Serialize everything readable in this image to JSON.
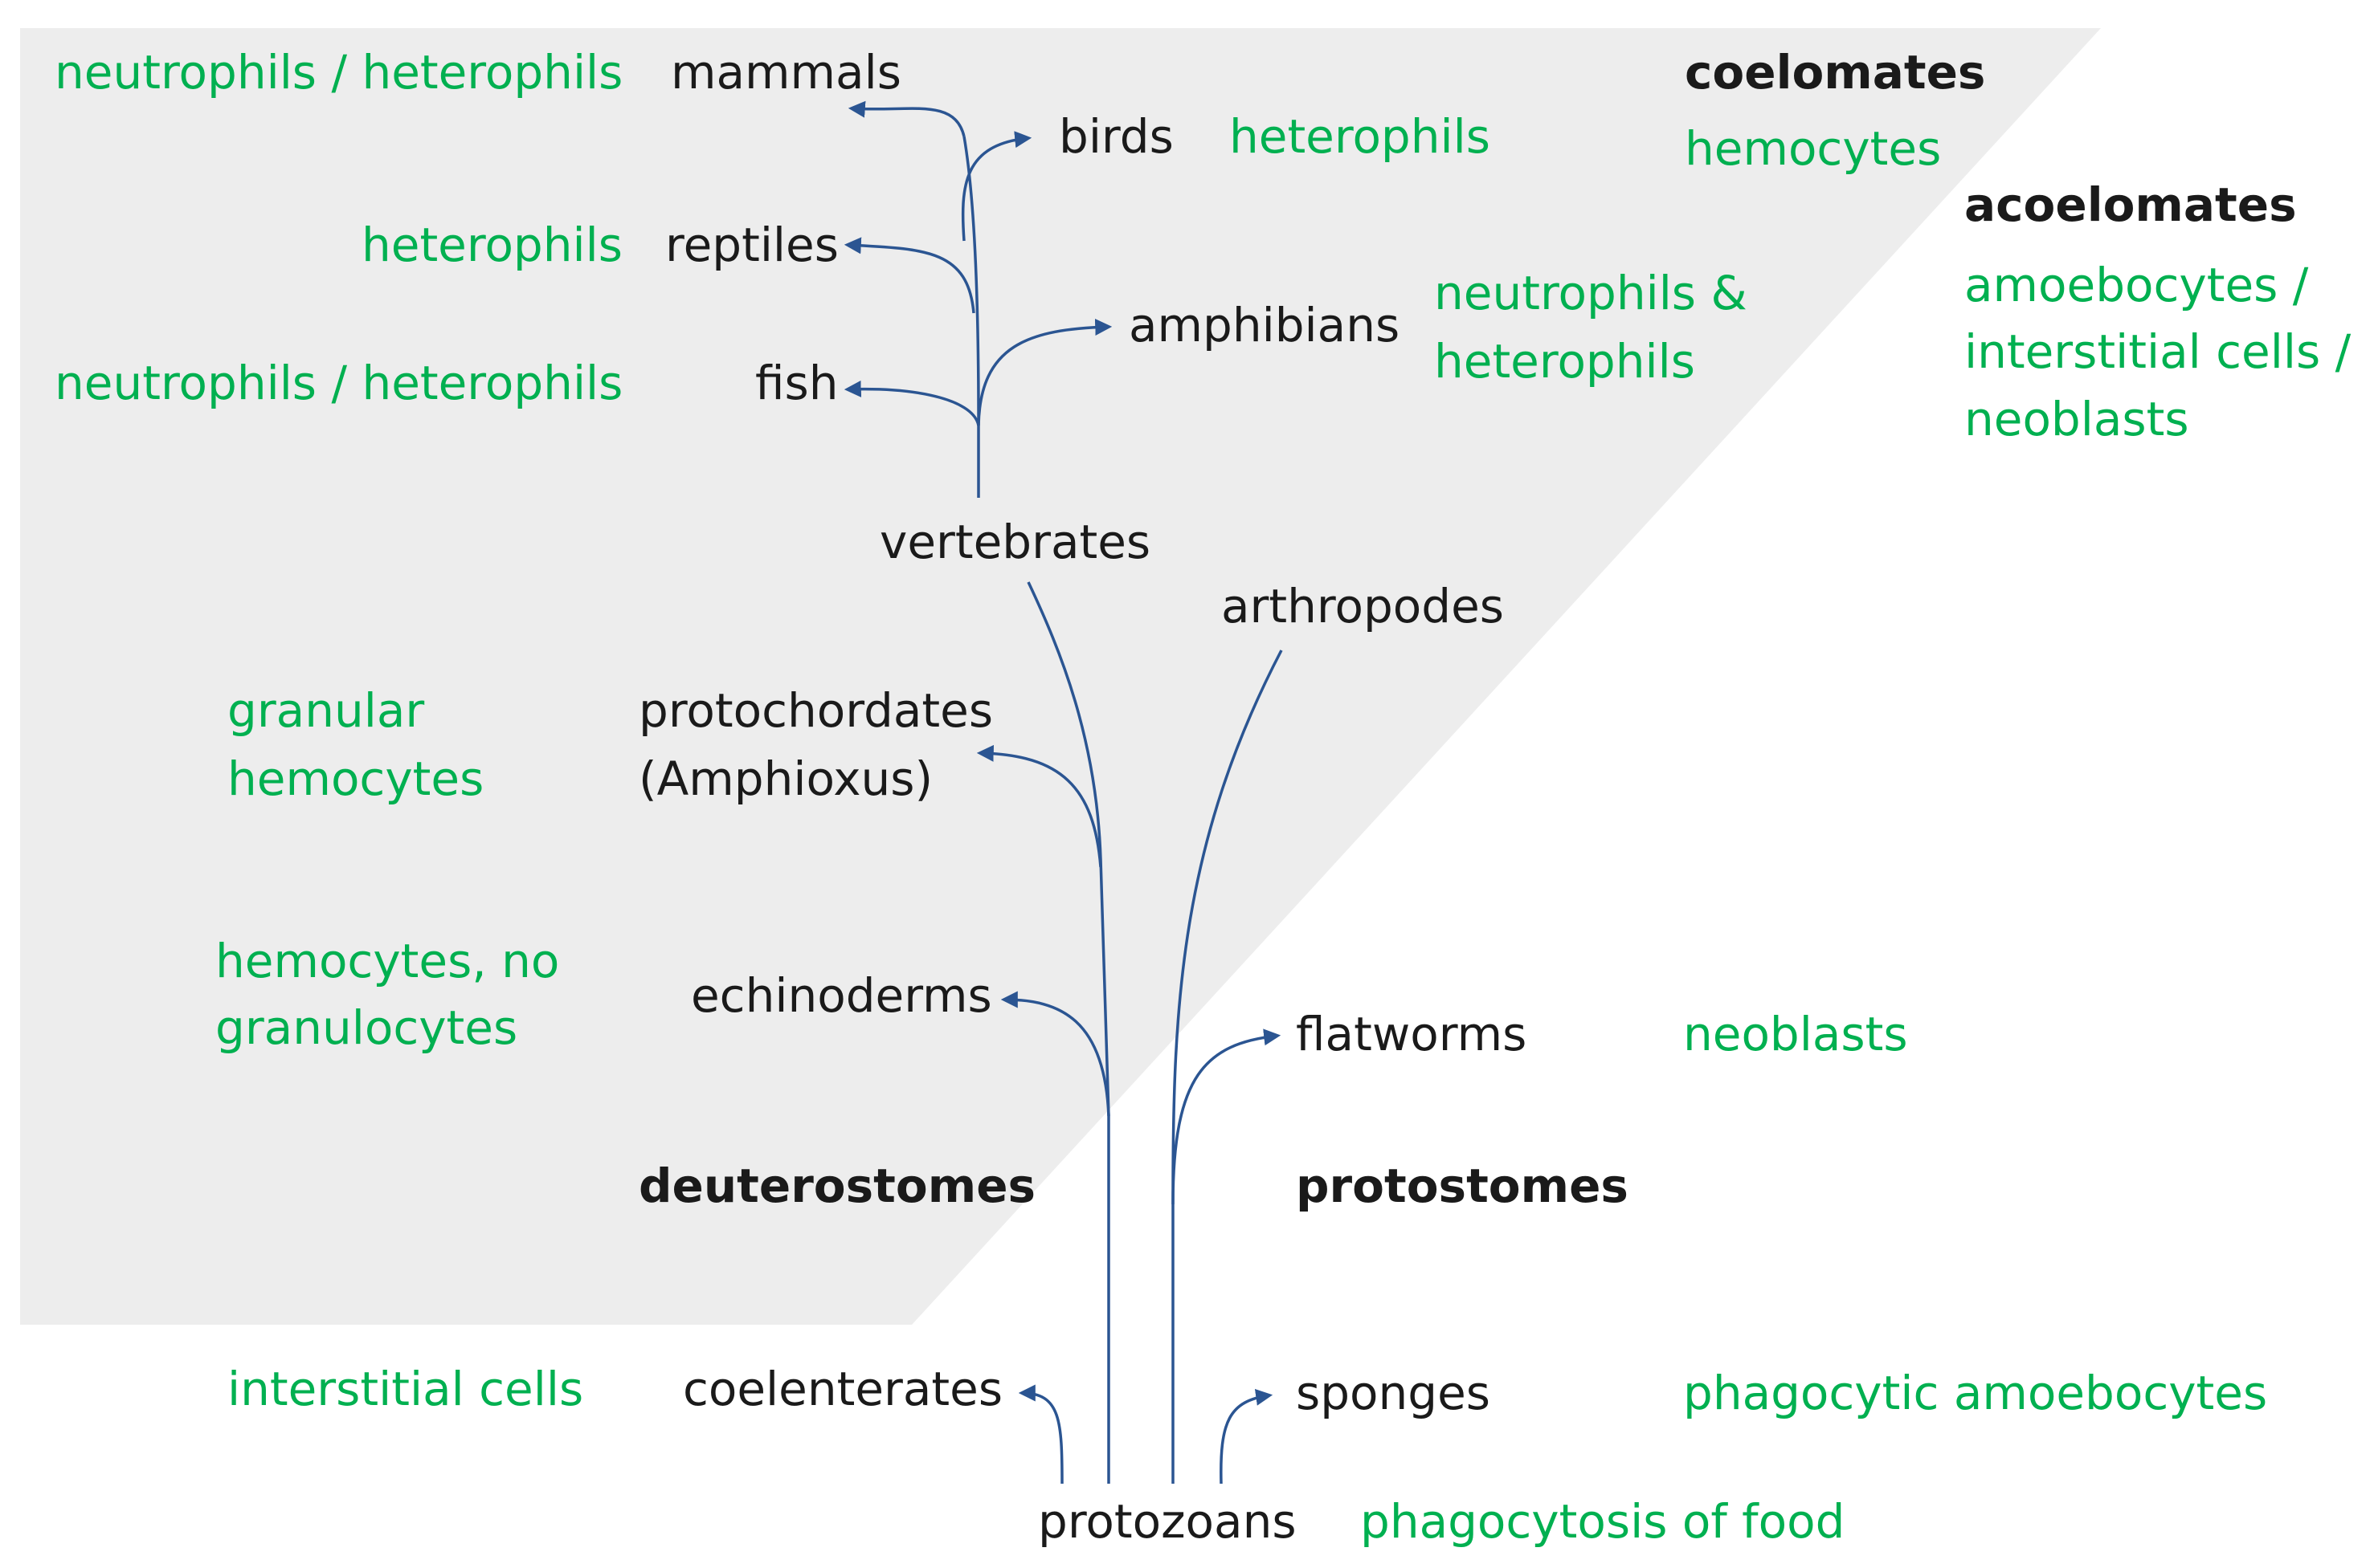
{
  "colors": {
    "background_region": "#ededed",
    "organism_text": "#1a1a1a",
    "cell_text": "#00b050",
    "branch_line": "#2b5592"
  },
  "region_labels": {
    "coelomates": "coelomates",
    "acoelomates": "acoelomates",
    "deuterostomes": "deuterostomes",
    "protostomes": "protostomes"
  },
  "organisms": {
    "mammals": "mammals",
    "birds": "birds",
    "reptiles": "reptiles",
    "amphibians": "amphibians",
    "fish": "fish",
    "vertebrates": "vertebrates",
    "arthropodes": "arthropodes",
    "protochordates": [
      "protochordates",
      "(Amphioxus)"
    ],
    "echinoderms": "echinoderms",
    "flatworms": "flatworms",
    "coelenterates": "coelenterates",
    "sponges": "sponges",
    "protozoans": "protozoans"
  },
  "cells": {
    "mammals": "neutrophils / heterophils",
    "birds": "heterophils",
    "reptiles": "heterophils",
    "amphibians": [
      "neutrophils &",
      "heterophils"
    ],
    "fish": "neutrophils / heterophils",
    "coelomates": "hemocytes",
    "acoelomates": [
      "amoebocytes /",
      "interstitial cells /",
      "neoblasts"
    ],
    "protochordates": [
      "granular",
      "hemocytes"
    ],
    "echinoderms": [
      "hemocytes, no",
      "granulocytes"
    ],
    "flatworms": "neoblasts",
    "coelenterates": "interstitial cells",
    "sponges": "phagocytic amoebocytes",
    "protozoans": "phagocytosis of food"
  }
}
